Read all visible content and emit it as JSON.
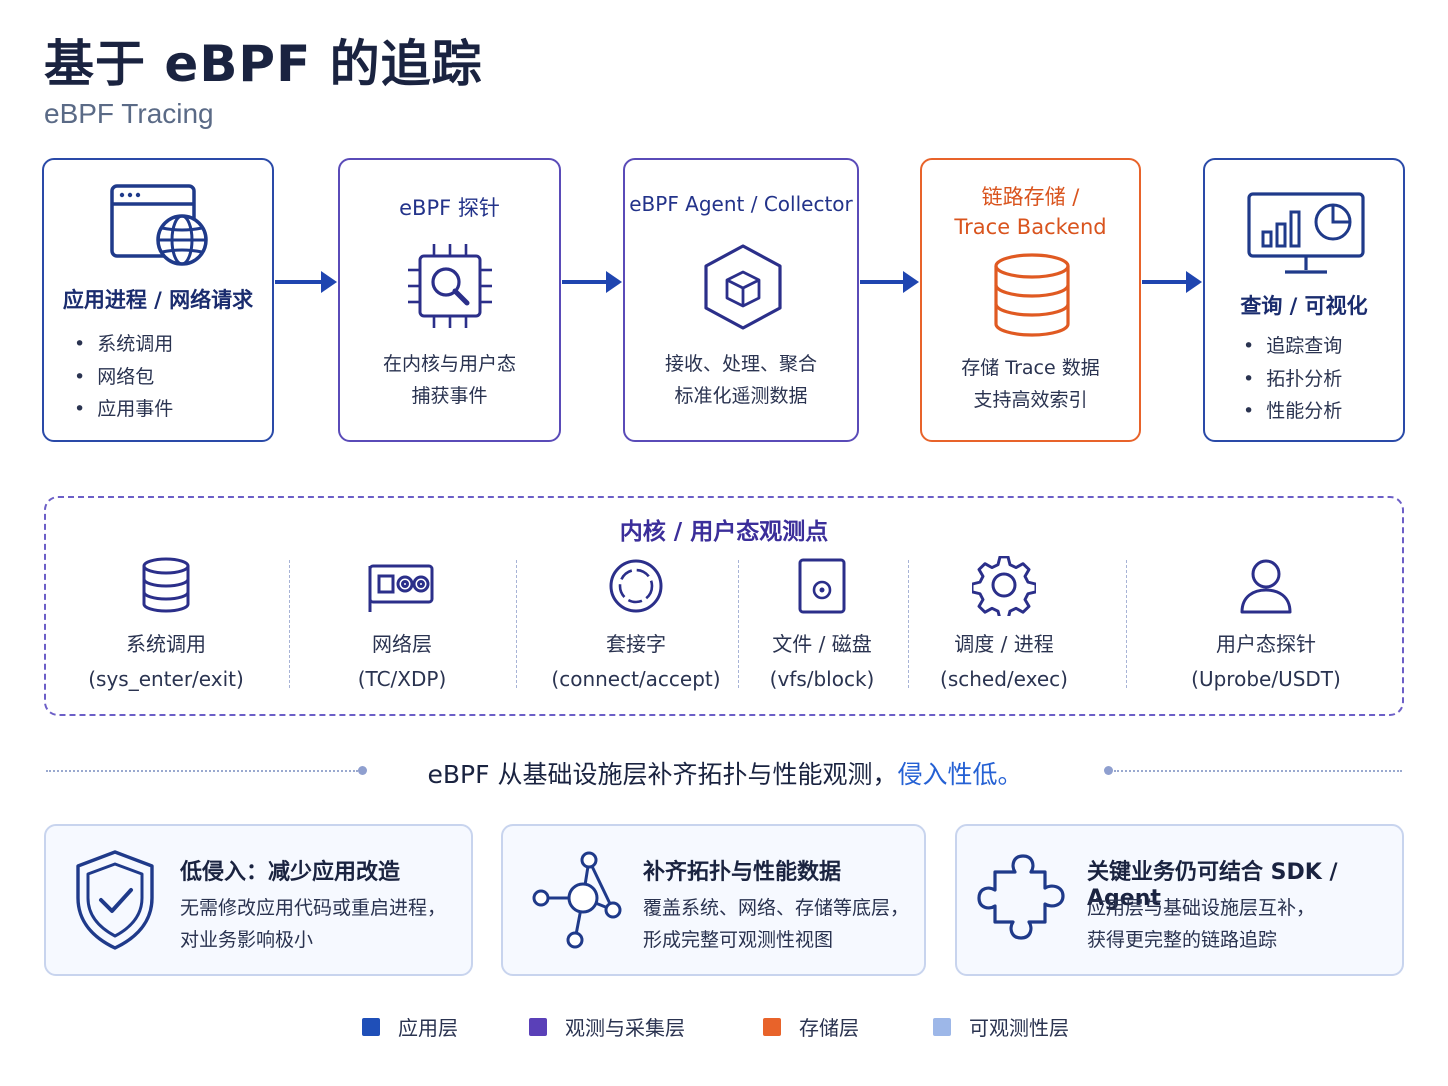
{
  "header": {
    "title": "基于 eBPF 的追踪",
    "subtitle": "eBPF Tracing"
  },
  "pipeline": [
    {
      "title": "应用进程 / 网络请求",
      "bullets": [
        "系统调用",
        "网络包",
        "应用事件"
      ],
      "icon": "browser-globe-icon"
    },
    {
      "title": "eBPF 探针",
      "desc": [
        "在内核与用户态",
        "捕获事件"
      ],
      "icon": "chip-search-icon"
    },
    {
      "title": "eBPF Agent / Collector",
      "desc": [
        "接收、处理、聚合",
        "标准化遥测数据"
      ],
      "icon": "hexagon-cube-icon"
    },
    {
      "title_lines": [
        "链路存储 /",
        "Trace Backend"
      ],
      "desc": [
        "存储 Trace 数据",
        "支持高效索引"
      ],
      "icon": "database-icon"
    },
    {
      "title": "查询 / 可视化",
      "bullets": [
        "追踪查询",
        "拓扑分析",
        "性能分析"
      ],
      "icon": "monitor-chart-icon"
    }
  ],
  "observation": {
    "title": "内核 / 用户态观测点",
    "points": [
      {
        "label": "系统调用",
        "sub": "(sys_enter/exit)",
        "icon": "database-icon"
      },
      {
        "label": "网络层",
        "sub": "(TC/XDP)",
        "icon": "network-card-icon"
      },
      {
        "label": "套接字",
        "sub": "(connect/accept)",
        "icon": "socket-ring-icon"
      },
      {
        "label": "文件 / 磁盘",
        "sub": "(vfs/block)",
        "icon": "disk-icon"
      },
      {
        "label": "调度 / 进程",
        "sub": "(sched/exec)",
        "icon": "gear-icon"
      },
      {
        "label": "用户态探针",
        "sub": "(Uprobe/USDT)",
        "icon": "user-icon"
      }
    ]
  },
  "tagline": {
    "main": "eBPF 从基础设施层补齐拓扑与性能观测，",
    "highlight": "侵入性低。"
  },
  "benefits": [
    {
      "title": "低侵入：减少应用改造",
      "desc": [
        "无需修改应用代码或重启进程，",
        "对业务影响极小"
      ],
      "icon": "shield-check-icon"
    },
    {
      "title": "补齐拓扑与性能数据",
      "desc": [
        "覆盖系统、网络、存储等底层，",
        "形成完整可观测性视图"
      ],
      "icon": "topology-icon"
    },
    {
      "title": "关键业务仍可结合 SDK / Agent",
      "desc": [
        "应用层与基础设施层互补，",
        "获得更完整的链路追踪"
      ],
      "icon": "puzzle-icon"
    }
  ],
  "legend": [
    {
      "label": "应用层",
      "color": "#1f4fb8"
    },
    {
      "label": "观测与采集层",
      "color": "#5a40b8"
    },
    {
      "label": "存储层",
      "color": "#e8632a"
    },
    {
      "label": "可观测性层",
      "color": "#9db7e8"
    }
  ]
}
